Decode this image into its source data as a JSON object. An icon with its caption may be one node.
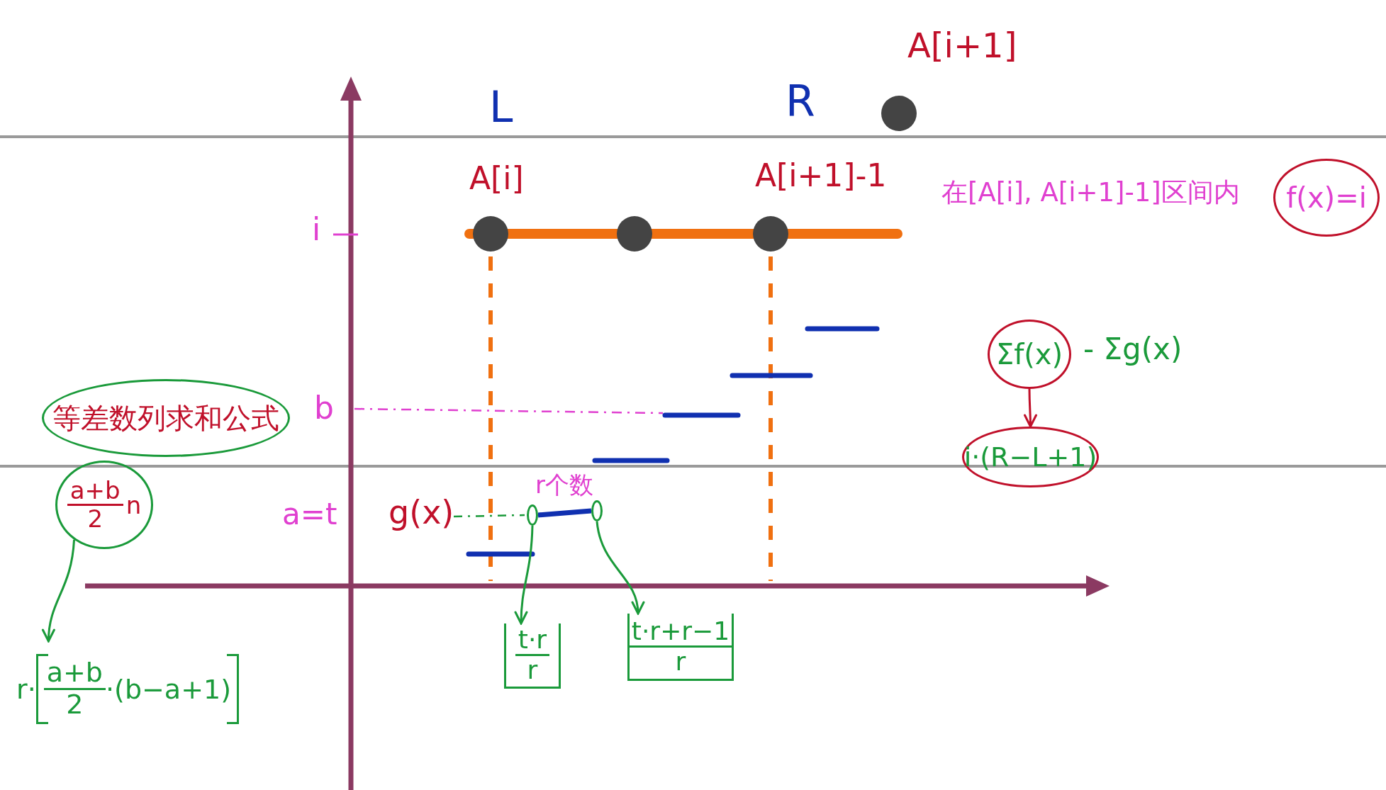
{
  "diagram": {
    "nodes": [
      {
        "text": [
          "等差数列求和公式"
        ]
      },
      {
        "text": [
          "a+b",
          "2",
          "n"
        ]
      },
      {
        "text": [
          "r·",
          "a+b",
          "2",
          "·(b−a+1)"
        ]
      },
      {
        "text": [],
        "shape": "circle"
      },
      {
        "text": [],
        "shape": "circle"
      },
      {
        "text": [
          "t·r",
          "r"
        ]
      },
      {
        "text": [
          "t·r+r−1",
          "r"
        ]
      },
      {
        "text": [
          "Σf(x)"
        ]
      },
      {
        "text": [
          "i·(R−L+1)"
        ]
      },
      {
        "text": [
          "f(x)=i"
        ]
      }
    ],
    "edges": [
      {
        "from": 1,
        "to": 2,
        "arrow": "to"
      },
      {
        "from": 3,
        "to": 5,
        "arrow": "to"
      },
      {
        "from": 4,
        "to": 6,
        "arrow": "to"
      },
      {
        "from": 7,
        "to": 8,
        "arrow": "to",
        "color": "#c0102a"
      },
      {
        "from": 3,
        "to": 4,
        "arrow": "none",
        "style": "thick",
        "color": "#1030b0"
      }
    ],
    "labels": [
      "A[i+1]",
      "L",
      "R",
      "A[i]",
      "A[i+1]-1",
      "在[A[i], A[i+1]-1]区间内",
      "i",
      "- Σg(x)",
      "b",
      "a=t",
      "g(x)",
      "r个数"
    ]
  }
}
